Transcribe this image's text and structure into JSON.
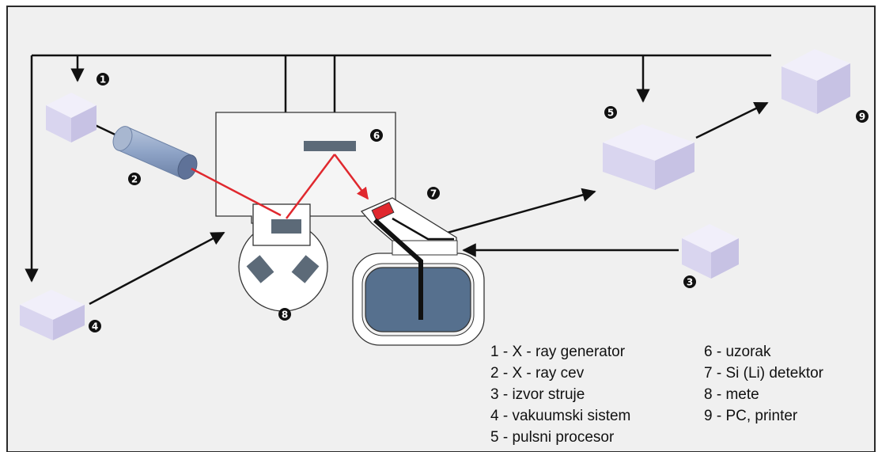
{
  "colors": {
    "background": "#f0f0f0",
    "border": "#2a2a2a",
    "line": "#111111",
    "beam": "#e0282e",
    "box_top": "#f1effa",
    "box_left": "#d9d5ef",
    "box_right": "#c7c2e4",
    "sample": "#5c6a78",
    "detector_body": "#56708e",
    "tube": "#8ea3c6"
  },
  "markers": {
    "m1": "1",
    "m2": "2",
    "m3": "3",
    "m4": "4",
    "m5": "5",
    "m6": "6",
    "m7": "7",
    "m8": "8",
    "m9": "9"
  },
  "legend": {
    "left": [
      "1 - X - ray generator",
      "2 - X - ray cev",
      "3 - izvor struje",
      "4 - vakuumski sistem",
      "5 - pulsni procesor"
    ],
    "right": [
      "6 - uzorak",
      "7 - Si (Li) detektor",
      "8 - mete",
      "9 - PC, printer"
    ]
  }
}
